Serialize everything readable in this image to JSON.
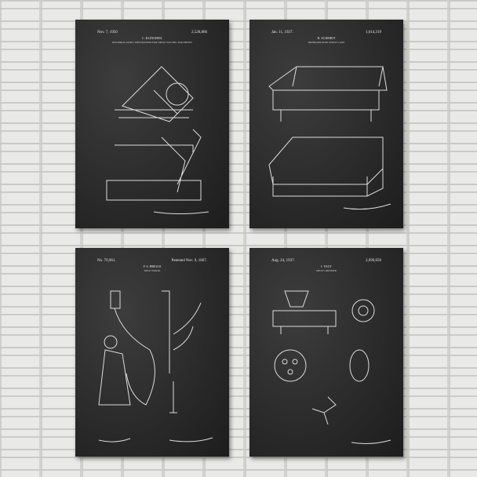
{
  "posters": [
    {
      "date": "Nov. 7, 1950",
      "inventor": "C. KLINGBEIL",
      "number": "2,528,866",
      "title": "RECIPROCATING MECHANISM FOR MEAT SLICING MACHINES"
    },
    {
      "date": "Jan. 11, 1927.",
      "inventor": "H. SCHMIDT",
      "number": "1,614,319",
      "title": "REFRIGERATED SHOW CASE"
    },
    {
      "date": "No. 70,961.",
      "inventor": "F. S. BRIGGS",
      "number": "Patented Nov. 9, 1867.",
      "title": "MEAT HOOK"
    },
    {
      "date": "Aug. 24, 1937.",
      "inventor": "I. VAGT",
      "number": "2,090,650",
      "title": "MEAT GRINDER"
    }
  ],
  "colors": {
    "wall": "#e9e9e7",
    "poster": "#2a2a2a",
    "line": "#dcdcdc"
  }
}
